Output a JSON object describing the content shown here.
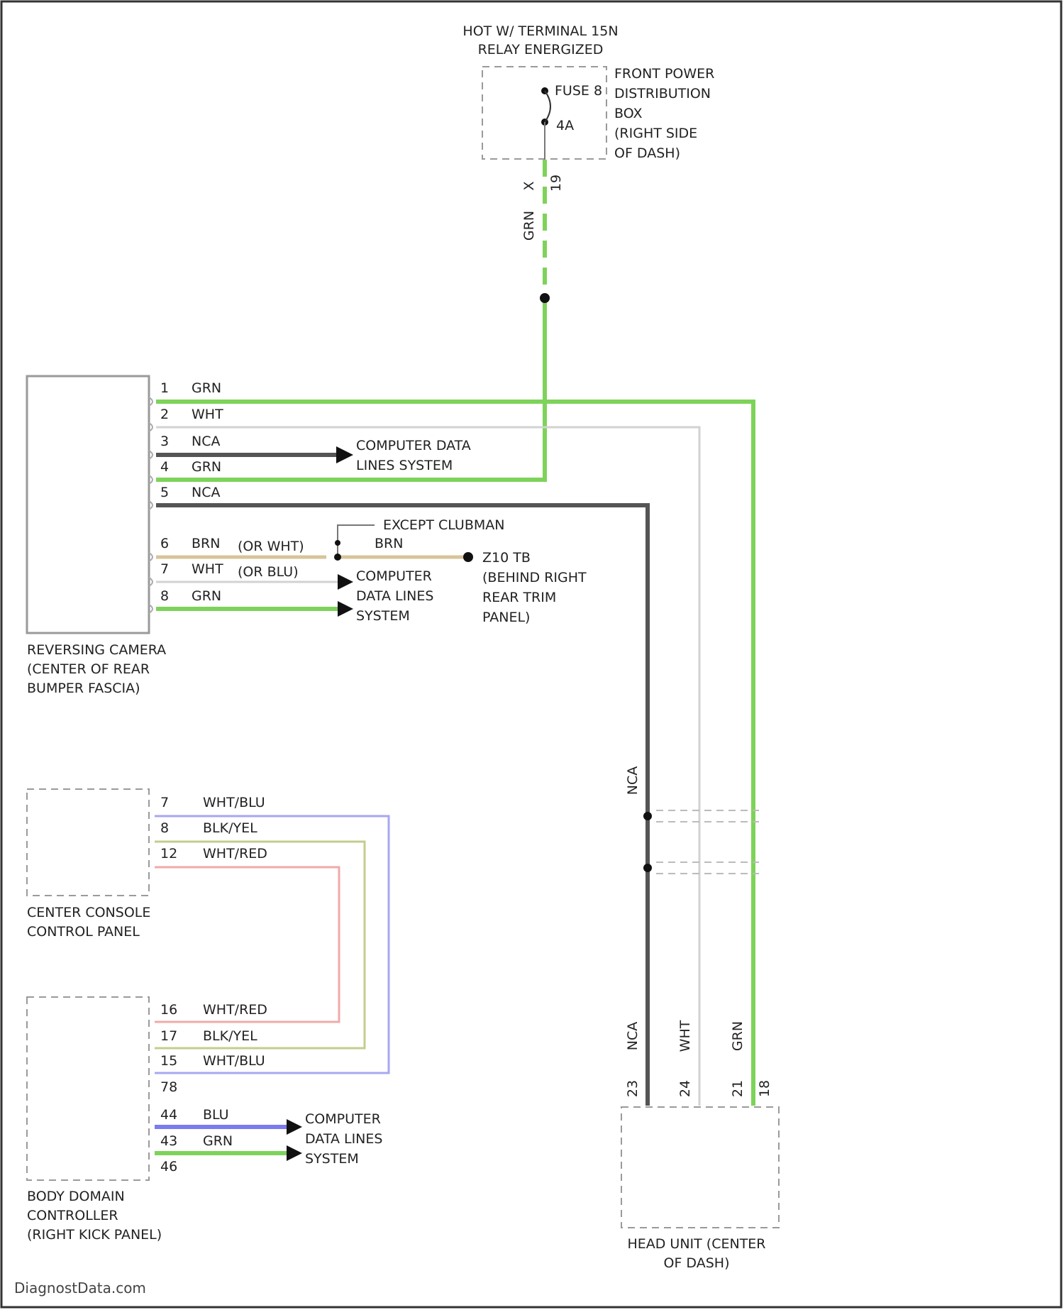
{
  "colors": {
    "grn": "#7dd35a",
    "wht": "#d2d2d2",
    "nca": "#555555",
    "brn": "#d8c49a",
    "blu": "#7b7bf0",
    "blu_light": "#a7a7f2",
    "yel": "#c4cc8e",
    "red": "#f0aaaa",
    "frame": "#333333",
    "dash": "#9a9a9a"
  },
  "top": {
    "hot_line1": "HOT W/ TERMINAL 15N",
    "hot_line2": "RELAY ENERGIZED",
    "fuse_label": "FUSE 8",
    "fuse_amp": "4A",
    "box_label": [
      "FRONT POWER",
      "DISTRIBUTION",
      "BOX",
      "(RIGHT SIDE",
      "OF DASH)"
    ],
    "pin_a": "X",
    "pin_b": "19",
    "wire_color": "GRN"
  },
  "camera": {
    "label": [
      "REVERSING CAMERA",
      "(CENTER OF REAR",
      "BUMPER FASCIA)"
    ],
    "pins": [
      {
        "num": "1",
        "color": "GRN"
      },
      {
        "num": "2",
        "color": "WHT"
      },
      {
        "num": "3",
        "color": "NCA"
      },
      {
        "num": "4",
        "color": "GRN"
      },
      {
        "num": "5",
        "color": "NCA"
      },
      {
        "num": "6",
        "color": "BRN",
        "alt": "(OR WHT)"
      },
      {
        "num": "7",
        "color": "WHT",
        "alt": "(OR BLU)"
      },
      {
        "num": "8",
        "color": "GRN"
      }
    ],
    "cdl1": [
      "COMPUTER DATA",
      "LINES SYSTEM"
    ],
    "except_label": "EXCEPT CLUBMAN",
    "except_color": "BRN",
    "ground": "Z10 TB",
    "ground_loc": [
      "(BEHIND RIGHT",
      "REAR TRIM",
      "PANEL)"
    ],
    "cdl2": [
      "COMPUTER",
      "DATA LINES",
      "SYSTEM"
    ]
  },
  "console": {
    "label": [
      "CENTER CONSOLE",
      "CONTROL PANEL"
    ],
    "pins": [
      {
        "num": "7",
        "color": "WHT/BLU"
      },
      {
        "num": "8",
        "color": "BLK/YEL"
      },
      {
        "num": "12",
        "color": "WHT/RED"
      }
    ]
  },
  "bdc": {
    "label": [
      "BODY DOMAIN",
      "CONTROLLER",
      "(RIGHT KICK PANEL)"
    ],
    "pins": [
      {
        "num": "16",
        "color": "WHT/RED"
      },
      {
        "num": "17",
        "color": "BLK/YEL"
      },
      {
        "num": "15",
        "color": "WHT/BLU"
      },
      {
        "num": "78",
        "color": ""
      },
      {
        "num": "44",
        "color": "BLU"
      },
      {
        "num": "43",
        "color": "GRN"
      },
      {
        "num": "46",
        "color": ""
      }
    ],
    "cdl": [
      "COMPUTER",
      "DATA LINES",
      "SYSTEM"
    ]
  },
  "head": {
    "label": [
      "HEAD UNIT (CENTER",
      "OF DASH)"
    ],
    "vert_nca": "NCA",
    "wire_labels": [
      "NCA",
      "WHT",
      "GRN"
    ],
    "pins": [
      "23",
      "24",
      "21"
    ],
    "pin_connector": "18"
  },
  "watermark": "DiagnostData.com"
}
